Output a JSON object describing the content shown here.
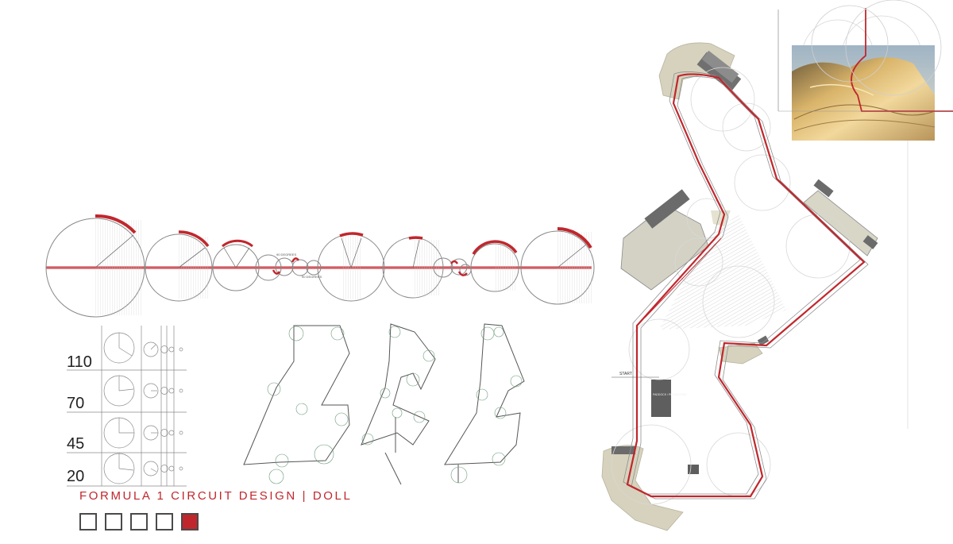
{
  "title": "FORMULA 1 CIRCUIT DESIGN | DOLL",
  "speed_labels": [
    "110",
    "70",
    "45",
    "20"
  ],
  "corner_angle_label": "90 DEGREES",
  "start_label": "START",
  "building_label": "PADDOCK / PIT BUILDING",
  "page_indicator": {
    "count": 5,
    "active": 5
  },
  "colors": {
    "track_red": "#c0272d",
    "line_gray": "#7a7a7a",
    "rock_tan": "#d6d2bd",
    "building_gray": "#6b6b6b"
  },
  "icons": [
    "circle-geometry-diagram-icon",
    "track-variant-outline-icon",
    "sandstone-photo-icon"
  ]
}
